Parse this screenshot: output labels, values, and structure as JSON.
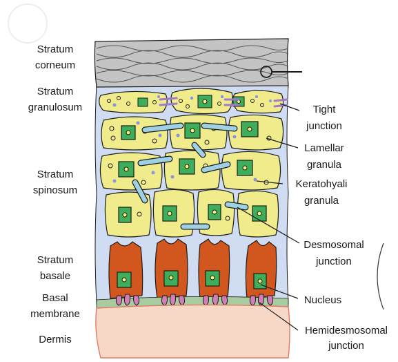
{
  "layers": {
    "corneum": [
      "Stratum",
      "corneum"
    ],
    "granulosum": [
      "Stratum",
      "granulosum"
    ],
    "spinosum": [
      "Stratum",
      "spinosum"
    ],
    "basale": [
      "Stratum",
      "basale"
    ],
    "membrane": [
      "Basal",
      "membrane"
    ],
    "dermis": [
      "Dermis"
    ]
  },
  "callouts": {
    "tight": [
      "Tight",
      "junction"
    ],
    "lamellar": [
      "Lamellar",
      "granula"
    ],
    "keratohyalin": [
      "Keratohyali",
      "granula"
    ],
    "desmosomal": [
      "Desmosomal",
      "junction"
    ],
    "nucleus": [
      "Nucleus"
    ],
    "hemidesmosomal": [
      "Hemidesmosomal",
      "junction"
    ]
  },
  "colors": {
    "corneum": "#c4c4c4",
    "background": "#cfdcf2",
    "granular_cell": "#f0ec8c",
    "basal_cell": "#d1571f",
    "nucleus": "#3fae5b",
    "desmosome": "#9fd1e2",
    "hemidesmosome": "#d27fb6",
    "basal_membrane": "#a9cba0",
    "dermis": "#f7d8c7",
    "dermis_border": "#e07a62",
    "outline": "#1a1a1a"
  }
}
